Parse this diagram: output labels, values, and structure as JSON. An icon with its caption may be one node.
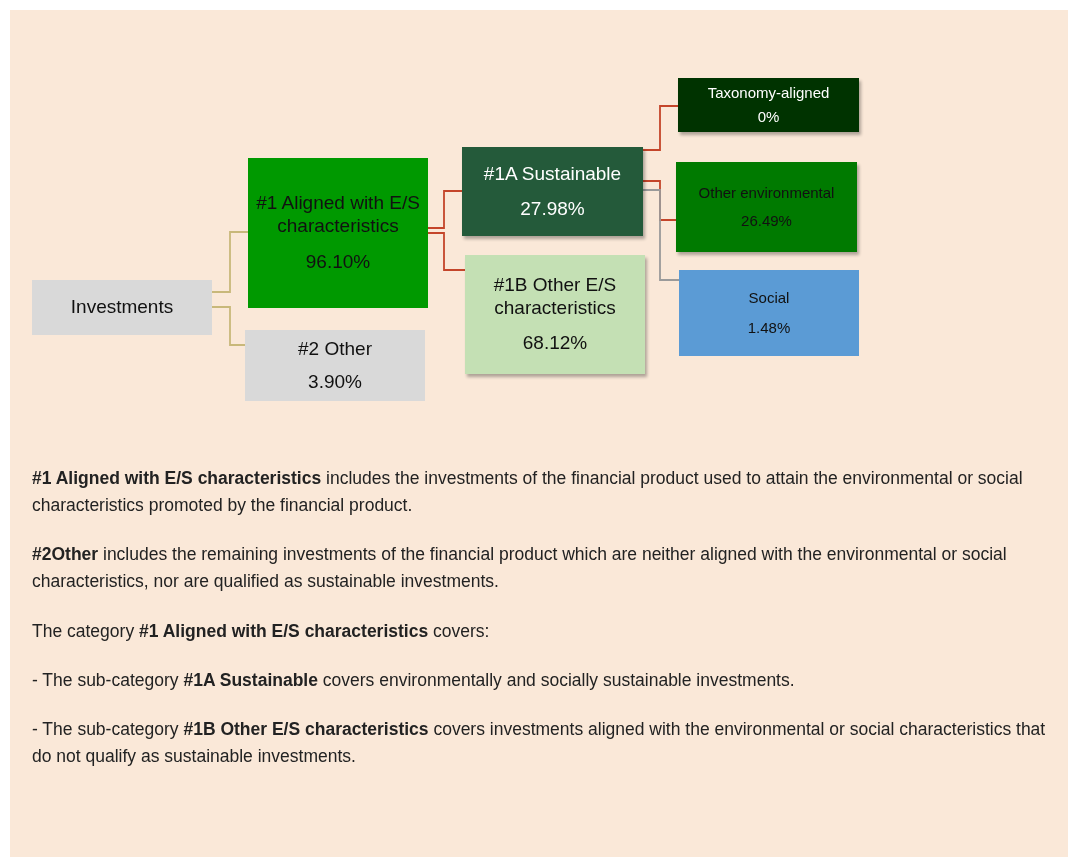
{
  "diagram": {
    "nodes": [
      {
        "text": [
          "Investments"
        ]
      },
      {
        "text": [
          "#1 Aligned with E/S characteristics",
          "96.10%"
        ]
      },
      {
        "text": [
          "#2 Other",
          "3.90%"
        ]
      },
      {
        "text": [
          "#1A Sustainable",
          "27.98%"
        ]
      },
      {
        "text": [
          "#1B Other E/S characteristics",
          "68.12%"
        ]
      },
      {
        "text": [
          "Taxonomy-aligned",
          "0%"
        ]
      },
      {
        "text": [
          "Other environmental",
          "26.49%"
        ]
      },
      {
        "text": [
          "Social",
          "1.48%"
        ]
      }
    ],
    "edges": [
      {
        "from": 0,
        "to": 1,
        "arrow": "none",
        "color": "#c8b87a"
      },
      {
        "from": 0,
        "to": 2,
        "arrow": "none",
        "color": "#c8b87a"
      },
      {
        "from": 1,
        "to": 3,
        "arrow": "none"
      },
      {
        "from": 1,
        "to": 4,
        "arrow": "none"
      },
      {
        "from": 3,
        "to": 5,
        "arrow": "none"
      },
      {
        "from": 3,
        "to": 6,
        "arrow": "none"
      },
      {
        "from": 3,
        "to": 7,
        "arrow": "none",
        "color": "#9a9a9a"
      }
    ],
    "labels": [
      "**#1 Aligned with E/S characteristics** includes the investments of the financial product used to attain the environmental or social characteristics promoted by the financial product.",
      "**#2Other** includes the remaining investments of the financial product which are neither aligned with the environmental or social characteristics, nor are qualified as sustainable investments.",
      "The category **#1 Aligned with E/S characteristics** covers:",
      "- The sub-category **#1A Sustainable** covers environmentally and socially sustainable investments.",
      "- The sub-category **#1B Other E/S characteristics** covers investments aligned with the environmental or social characteristics that do not qualify as sustainable investments."
    ]
  }
}
